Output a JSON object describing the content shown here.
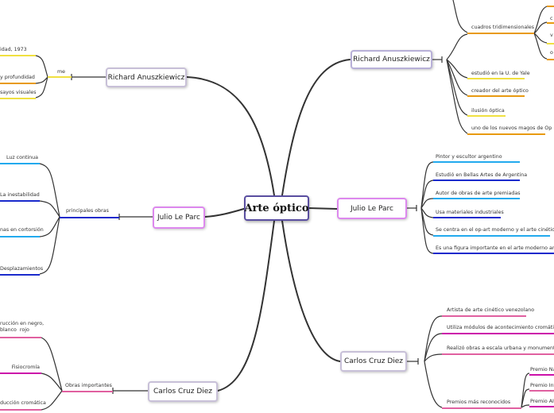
{
  "central": {
    "label": "Arte óptico"
  },
  "right": {
    "richard": {
      "label": "Richard Anuszkiewicz",
      "cuadros": {
        "label": "cuadros tridimensionales",
        "children": [
          "c",
          "v",
          "o"
        ]
      },
      "items": [
        "estudió en la U. de Yale",
        "creador del arte óptico",
        "ilusión óptica",
        "uno de los nuevos magos de Op"
      ]
    },
    "julio": {
      "label": "Julio Le Parc",
      "items": [
        "Pintor y escultor argentino",
        "Estudió en Bellas Artes de Argentina",
        "Autor de obras de arte premiadas",
        "Usa materiales industriales",
        "Se centra en el op-art moderno y el arte cinético.",
        "Es una figura importante en el arte moderno argentin"
      ]
    },
    "carlos": {
      "label": "Carlos Cruz Diez",
      "items": [
        "Artista de arte cinético venezolano",
        "Utiliza módulos de acontecimiento cromáticos",
        "Realizó obras a escala urbana y monumental"
      ],
      "premios": {
        "label": "Premios más reconocidos",
        "children": [
          "Premio Na",
          "Premio Inte",
          "Premio AIC"
        ]
      }
    }
  },
  "left": {
    "richard": {
      "label": "Richard Anuszkiewicz",
      "sub": "me",
      "items": [
        "idad, 1973",
        "y profundidad",
        "sayos visuales"
      ]
    },
    "julio": {
      "label": "Julio Le Parc",
      "sub": "principales obras",
      "items": [
        "Luz continua",
        "La inestabilidad",
        "nas en cortorsión",
        "Desplazamientos"
      ]
    },
    "carlos": {
      "label": "Carlos Cruz Diez",
      "sub": "Obras importantes",
      "items": [
        "rucción en negro,\nblanco  rojo",
        "Fisiocromía",
        "ducción cromática"
      ]
    }
  }
}
